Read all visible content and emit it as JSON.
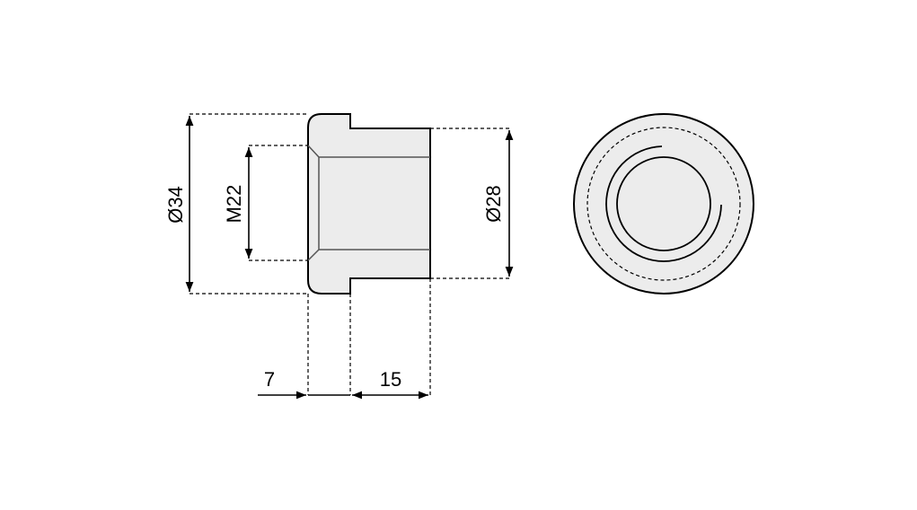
{
  "dimensions": {
    "outer_diameter": "Ø34",
    "thread": "M22",
    "body_diameter": "Ø28",
    "flange_length": "7",
    "body_length": "15"
  },
  "colors": {
    "fill": "#ececec",
    "stroke": "#000000"
  }
}
